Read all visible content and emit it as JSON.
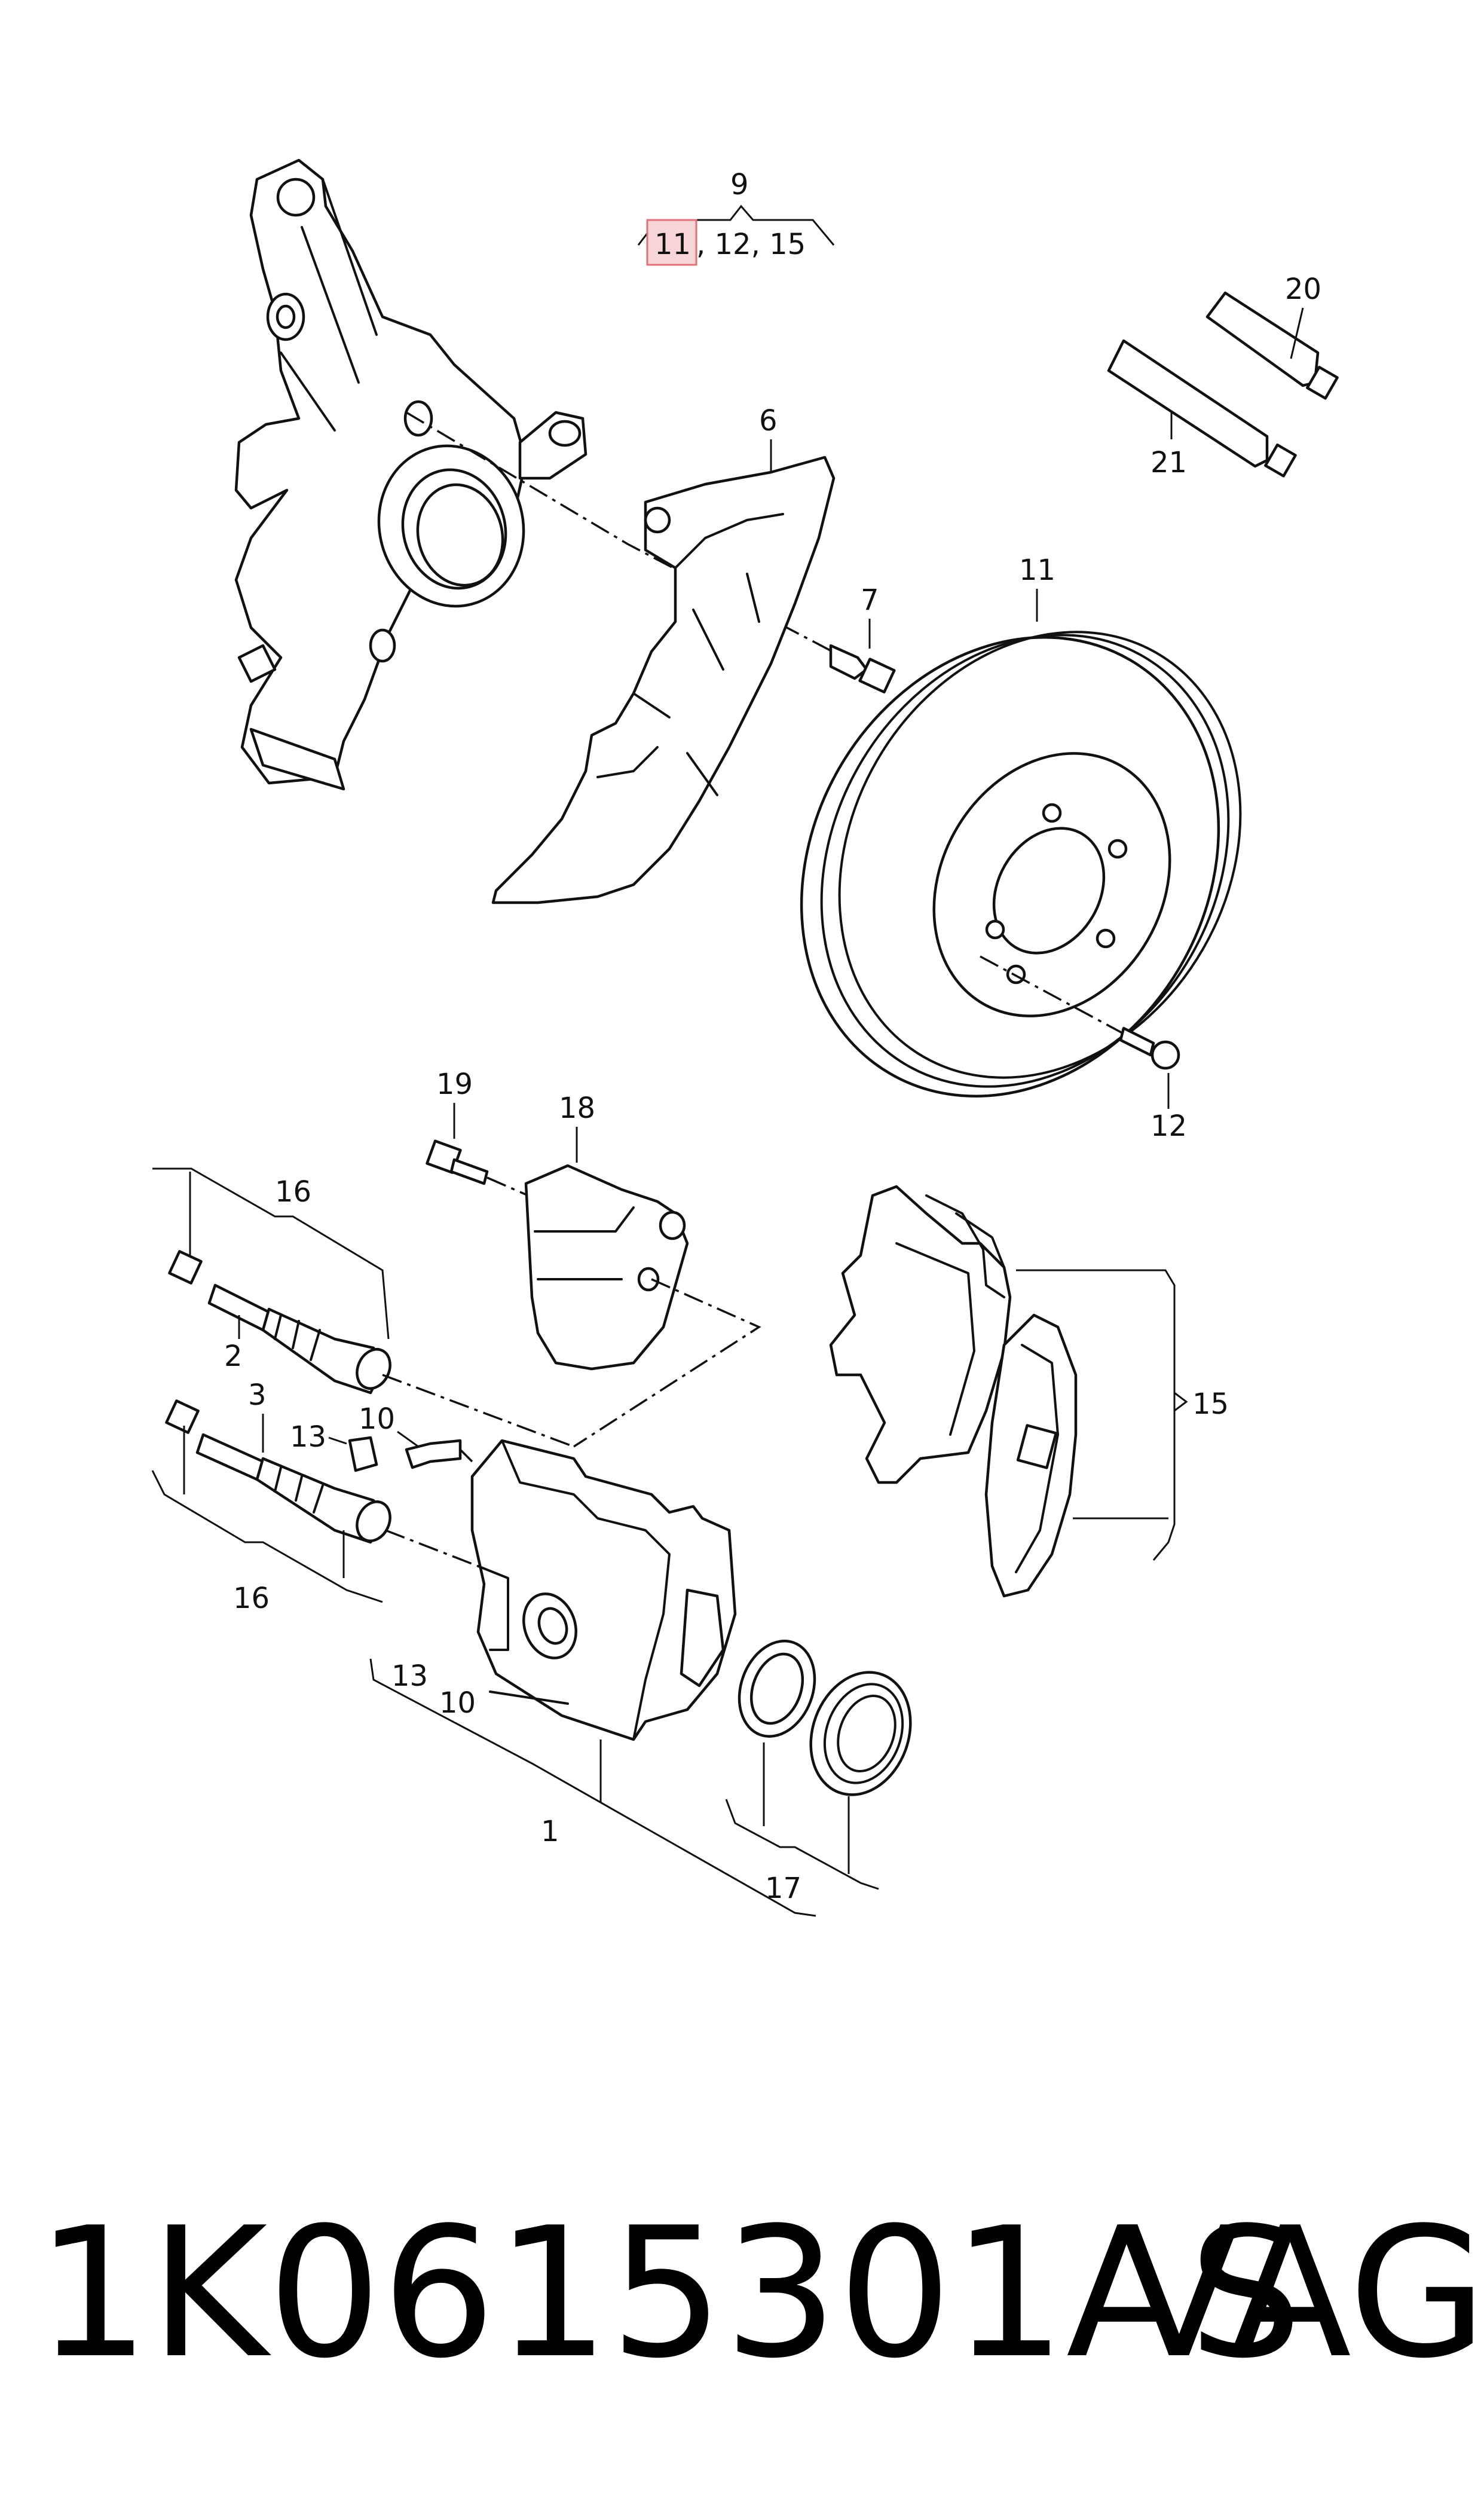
{
  "callouts": {
    "c9": "9",
    "c9_first": "11",
    "c9_rest": ", 12, 15",
    "c20": "20",
    "c21": "21",
    "c6": "6",
    "c7": "7",
    "c11": "11",
    "c12": "12",
    "c19": "19",
    "c18": "18",
    "c16_top": "16",
    "c2": "2",
    "c3": "3",
    "c13_a": "13",
    "c10_a": "10",
    "c16_bottom": "16",
    "c15": "15",
    "c13_b": "13",
    "c10_b": "10",
    "c1": "1",
    "c17": "17"
  },
  "highlight_color": "#f8d6d8",
  "caption": {
    "part_number": "1K0615301AS",
    "brand": "VAG"
  }
}
